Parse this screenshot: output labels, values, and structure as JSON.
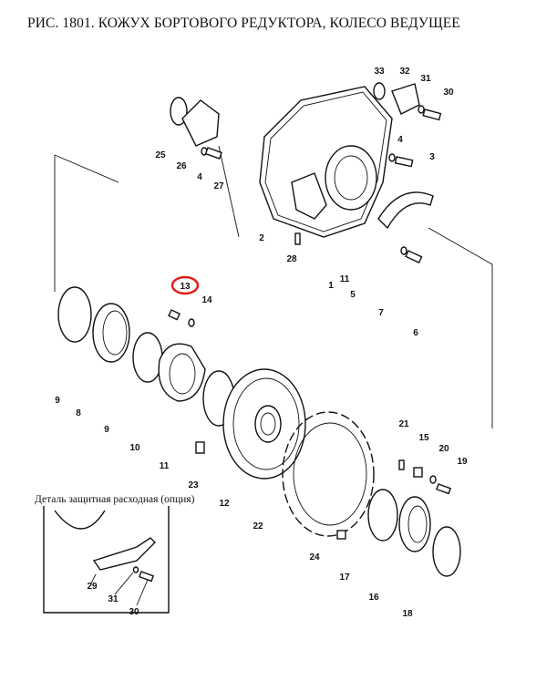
{
  "title": "РИС. 1801. КОЖУХ БОРТОВОГО РЕДУКТОРА, КОЛЕСО ВЕДУЩЕЕ",
  "highlight_color": "#e0201b",
  "highlighted_part": "13",
  "inset": {
    "caption": "Деталь защитная расходная (опция)",
    "labels": [
      "29",
      "31",
      "30"
    ]
  },
  "labels": [
    "33",
    "32",
    "31",
    "30",
    "4",
    "3",
    "25",
    "26",
    "4",
    "27",
    "2",
    "28",
    "1",
    "11",
    "5",
    "7",
    "6",
    "13",
    "14",
    "9",
    "8",
    "9",
    "10",
    "11",
    "23",
    "12",
    "22",
    "21",
    "15",
    "20",
    "19",
    "24",
    "17",
    "16",
    "18"
  ]
}
